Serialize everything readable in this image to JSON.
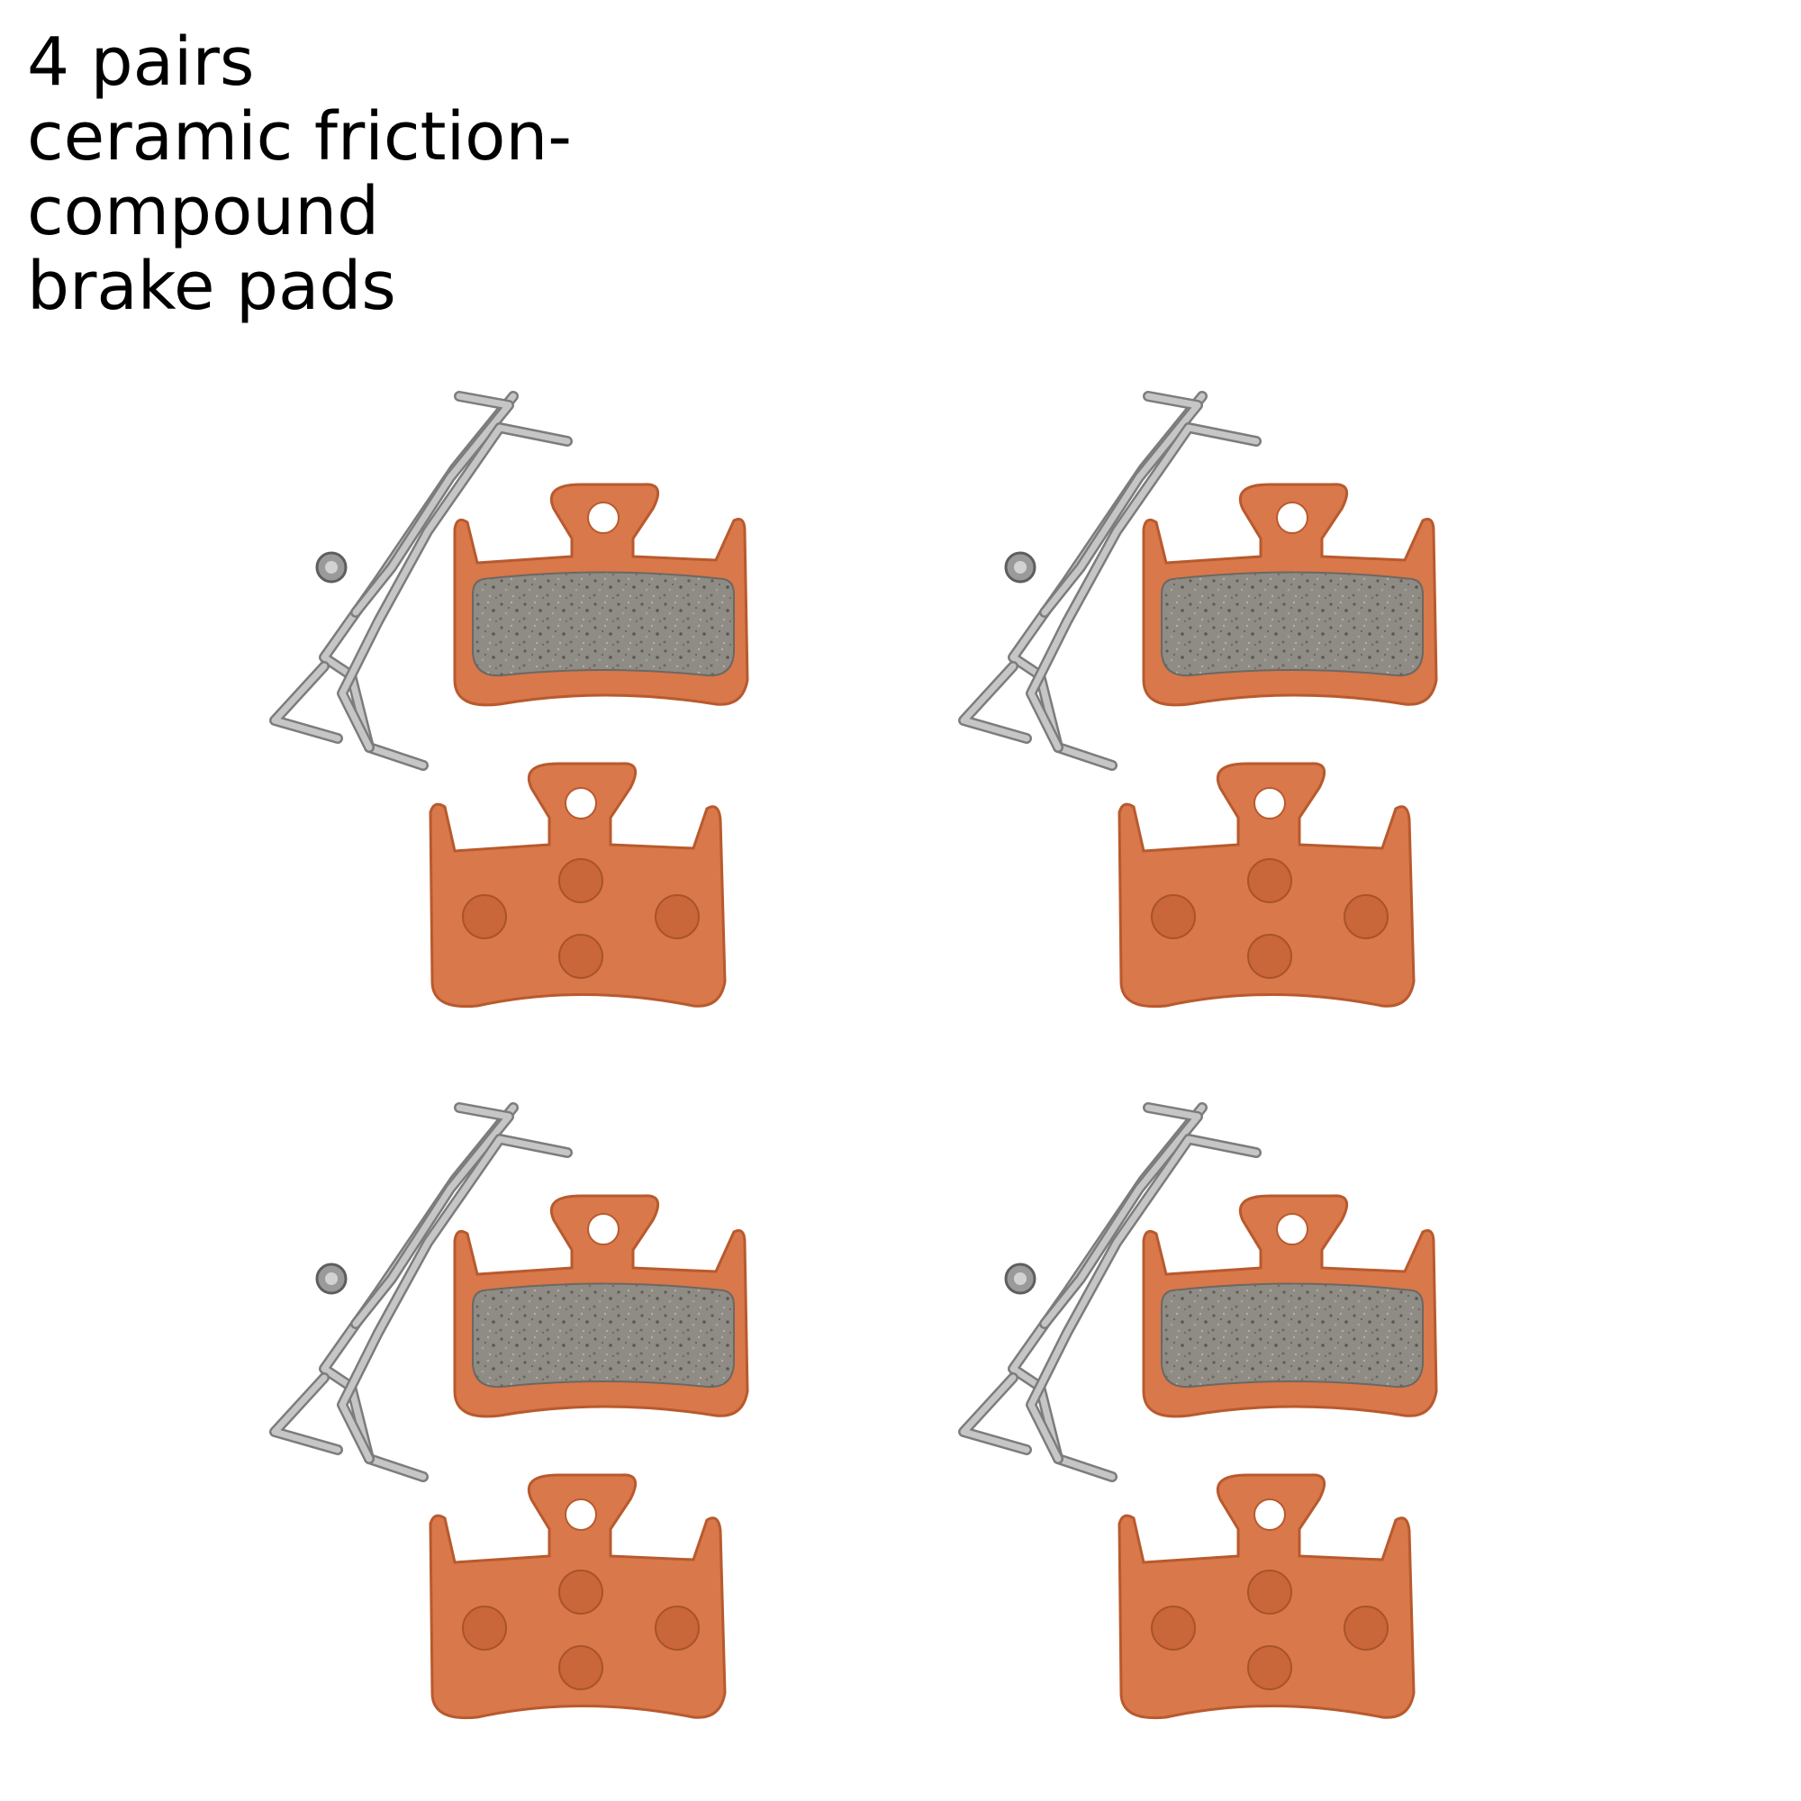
{
  "caption": {
    "lines": [
      "4 pairs",
      "ceramic friction-",
      "compound",
      "brake pads"
    ]
  },
  "colors": {
    "backing_plate": "#d9784a",
    "backing_edge": "#b85a2e",
    "friction_pad": "#8f8c86",
    "spring": "#b9b9b9",
    "spring_edge": "#7c7c7c",
    "rivet": "#c9663a"
  },
  "product": {
    "pairs": [
      {
        "id": "pair-1",
        "row": "top",
        "column": "left"
      },
      {
        "id": "pair-2",
        "row": "top",
        "column": "right"
      },
      {
        "id": "pair-3",
        "row": "bottom",
        "column": "left"
      },
      {
        "id": "pair-4",
        "row": "bottom",
        "column": "right"
      }
    ]
  }
}
